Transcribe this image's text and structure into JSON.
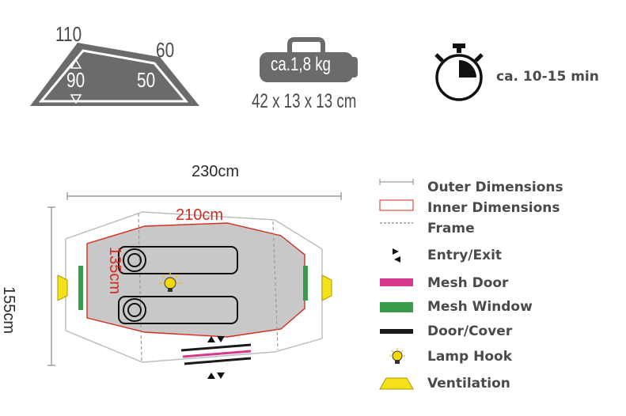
{
  "specs": {
    "height_front": "110",
    "height_back": "60",
    "inner_front": "90",
    "inner_back": "50",
    "weight": "ca.1,8 kg",
    "packsize": "42 x 13 x 13 cm",
    "setup_time": "ca. 10-15 min"
  },
  "floorplan": {
    "outer_length": "230cm",
    "inner_length": "210cm",
    "outer_width": "155cm",
    "inner_width": "135cm"
  },
  "legend": [
    {
      "label": "Outer Dimensions",
      "symbol": "outer-dimensions-icon"
    },
    {
      "label": "Inner Dimensions",
      "symbol": "inner-dimensions-icon"
    },
    {
      "label": "Frame",
      "symbol": "frame-icon"
    },
    {
      "label": "Entry/Exit",
      "symbol": "entry-exit-icon"
    },
    {
      "label": "Mesh Door",
      "symbol": "mesh-door-swatch",
      "color": "#d63a8c"
    },
    {
      "label": "Mesh Window",
      "symbol": "mesh-window-swatch",
      "color": "#3a9b4a"
    },
    {
      "label": "Door/Cover",
      "symbol": "door-cover-swatch",
      "color": "#1a1a1a"
    },
    {
      "label": "Lamp Hook",
      "symbol": "lamp-hook-icon",
      "color": "#f5d800"
    },
    {
      "label": "Ventilation",
      "symbol": "ventilation-icon",
      "color": "#f5e11a"
    }
  ],
  "colors": {
    "text_gray": "#4a4a4a",
    "red": "#d52b1e",
    "fill_gray": "#c8c8c8",
    "tent_gray": "#6b6b6b"
  }
}
